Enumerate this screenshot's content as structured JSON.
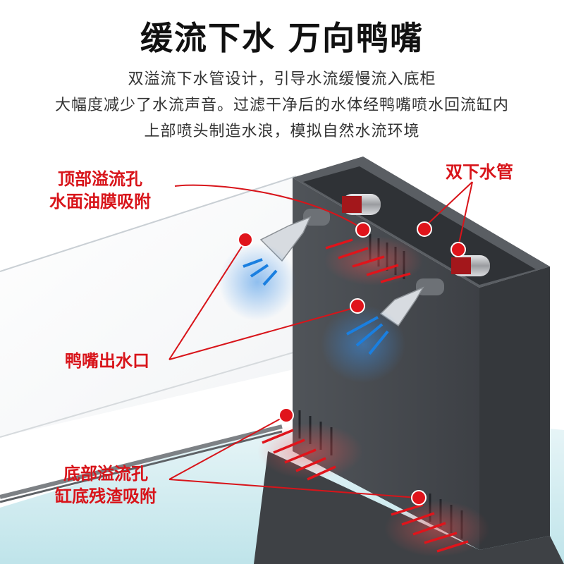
{
  "title": "缓流下水 万向鸭嘴",
  "description": [
    "双溢流下水管设计，引导水流缓慢流入底柜",
    "大幅度减少了水流声音。过滤干净后的水体经鸭嘴喷水回流缸内",
    "上部喷头制造水浪，模拟自然水流环境"
  ],
  "callouts": {
    "top_overflow": [
      "顶部溢流孔",
      "水面油膜吸附"
    ],
    "double_drain": "双下水管",
    "duck_outlet": "鸭嘴出水口",
    "bottom_overflow": [
      "底部溢流孔",
      "缸底残渣吸附"
    ]
  },
  "colors": {
    "accent": "#d8141a",
    "flow_blue": "#1a7fe0",
    "cabinet": "#4a4d52"
  }
}
